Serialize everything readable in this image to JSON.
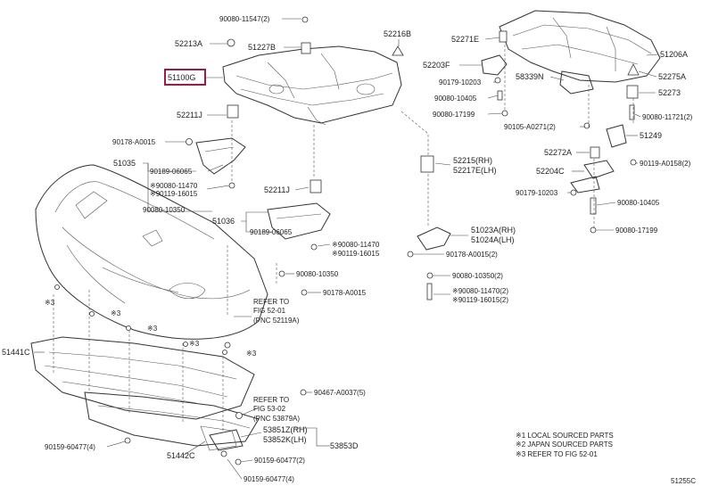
{
  "callouts": {
    "c1": "90080-11547(2)",
    "c2": "52213A",
    "c3": "51227B",
    "c4": "52216B",
    "c5": "51100G",
    "c6": "52211J",
    "c7": "90178-A0015",
    "c8": "51035",
    "c9": "90189-06065",
    "c10": "※90080-11470",
    "c11": "※90119-16015",
    "c12": "90080-10350",
    "c13": "52211J",
    "c14": "51036",
    "c15": "90189-06065",
    "c16": "※90080-11470",
    "c17": "※90119-16015",
    "c18": "90080-10350",
    "c19": "90178-A0015",
    "c20": "REFER TO",
    "c21": "FIG 52-01",
    "c22": "(PNC 52119A)",
    "c23": "51441C",
    "c24": "※3",
    "c25": "※3",
    "c26": "※3",
    "c27": "※3",
    "c28": "※3",
    "c29": "90467-A0037(5)",
    "c30": "REFER TO",
    "c31": "FIG 53-02",
    "c32": "(PNC 53879A)",
    "c33": "53851Z(RH)",
    "c34": "53852K(LH)",
    "c35": "53853D",
    "c36": "90159-60477(2)",
    "c37": "90159-60477(4)",
    "c38": "90159-60477(4)",
    "c39": "51442C",
    "c40": "52271E",
    "c41": "52203F",
    "c42": "90179-10203",
    "c43": "90080-10405",
    "c44": "90080-17199",
    "c45": "58339N",
    "c46": "51206A",
    "c47": "52275A",
    "c48": "52273",
    "c49": "90080-11721(2)",
    "c50": "90105-A0271(2)",
    "c51": "51249",
    "c52": "52272A",
    "c53": "90119-A0158(2)",
    "c54": "52204C",
    "c55": "90179-10203",
    "c56": "90080-10405",
    "c57": "90080-17199",
    "c58": "52215(RH)",
    "c59": "52217E(LH)",
    "c60": "51023A(RH)",
    "c61": "51024A(LH)",
    "c62": "90178-A0015(2)",
    "c63": "90080-10350(2)",
    "c64": "※90080-11470(2)",
    "c65": "※90119-16015(2)"
  },
  "legend": {
    "l1": "※1 LOCAL SOURCED PARTS",
    "l2": "※2 JAPAN SOURCED PARTS",
    "l3": "※3 REFER TO FIG 52-01"
  },
  "figure_code": "51255C",
  "highlight_color": "#9b1b4a"
}
